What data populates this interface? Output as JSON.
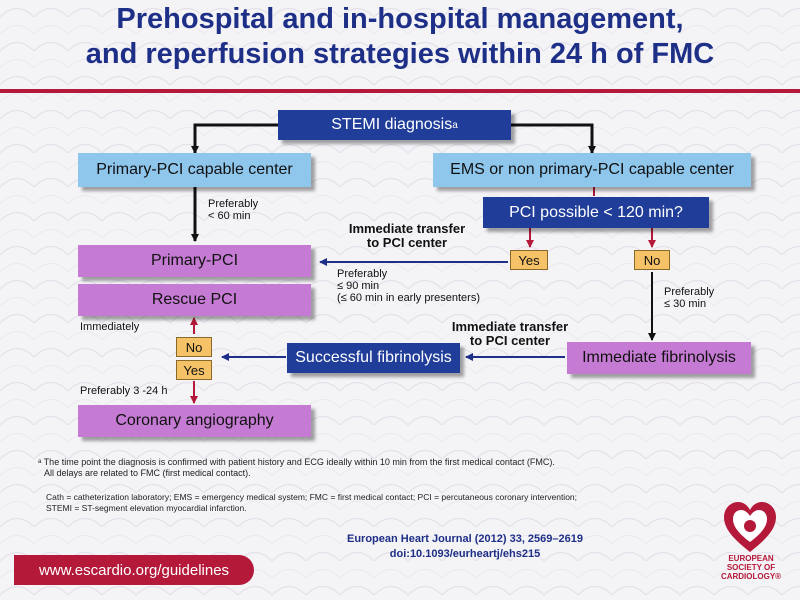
{
  "title": {
    "line1": "Prehospital and in-hospital management,",
    "line2": "and reperfusion strategies within 24 h of FMC"
  },
  "colors": {
    "title": "#1d2f86",
    "accent_red": "#b5193a",
    "box_light_blue": "#8ec6ec",
    "box_dark_blue": "#1f3d99",
    "box_magenta": "#c57bd3",
    "box_orange": "#f5c267"
  },
  "flow": {
    "stemi": "STEMI diagnosis",
    "stemi_sup": "a",
    "primary_capable": "Primary-PCI capable center",
    "ems": "EMS or non primary-PCI capable center",
    "pci_possible": "PCI possible < 120 min?",
    "primary_pci": "Primary-PCI",
    "rescue_pci": "Rescue PCI",
    "successful_fib": "Successful fibrinolysis",
    "immediate_fib": "Immediate fibrinolysis",
    "coronary": "Coronary angiography",
    "yes_top": "Yes",
    "no_top": "No",
    "no_mid": "No",
    "yes_mid": "Yes"
  },
  "labels": {
    "pref60_line1": "Preferably",
    "pref60_line2": "< 60 min",
    "transfer1_line1": "Immediate transfer",
    "transfer1_line2": "to PCI center",
    "pref90_line1": "Preferably",
    "pref90_line2": "≤ 90 min",
    "pref90_line3": "(≤ 60 min in early presenters)",
    "pref30_line1": "Preferably",
    "pref30_line2": "≤ 30 min",
    "immediately": "Immediately",
    "transfer2_line1": "Immediate transfer",
    "transfer2_line2": "to PCI center",
    "pref3_24": "Preferably 3 -24 h"
  },
  "footnotes": {
    "note_a_line1": "ᵃ The time point the diagnosis is confirmed with patient history and ECG ideally within 10 min from the first medical contact (FMC).",
    "note_a_line2": "All delays are related to FMC (first medical contact).",
    "abbrev_line1": "Cath = catheterization laboratory; EMS = emergency medical system; FMC = first medical contact;  PCI = percutaneous coronary intervention;",
    "abbrev_line2": "STEMI = ST-segment elevation myocardial infarction."
  },
  "reference": {
    "line1": "European Heart Journal (2012) 33, 2569–2619",
    "line2": "doi:10.1093/eurheartj/ehs215"
  },
  "url": "www.escardio.org/guidelines",
  "logo": {
    "icon": "heart-logo-icon",
    "line1": "EUROPEAN",
    "line2": "SOCIETY OF",
    "line3": "CARDIOLOGY®"
  }
}
